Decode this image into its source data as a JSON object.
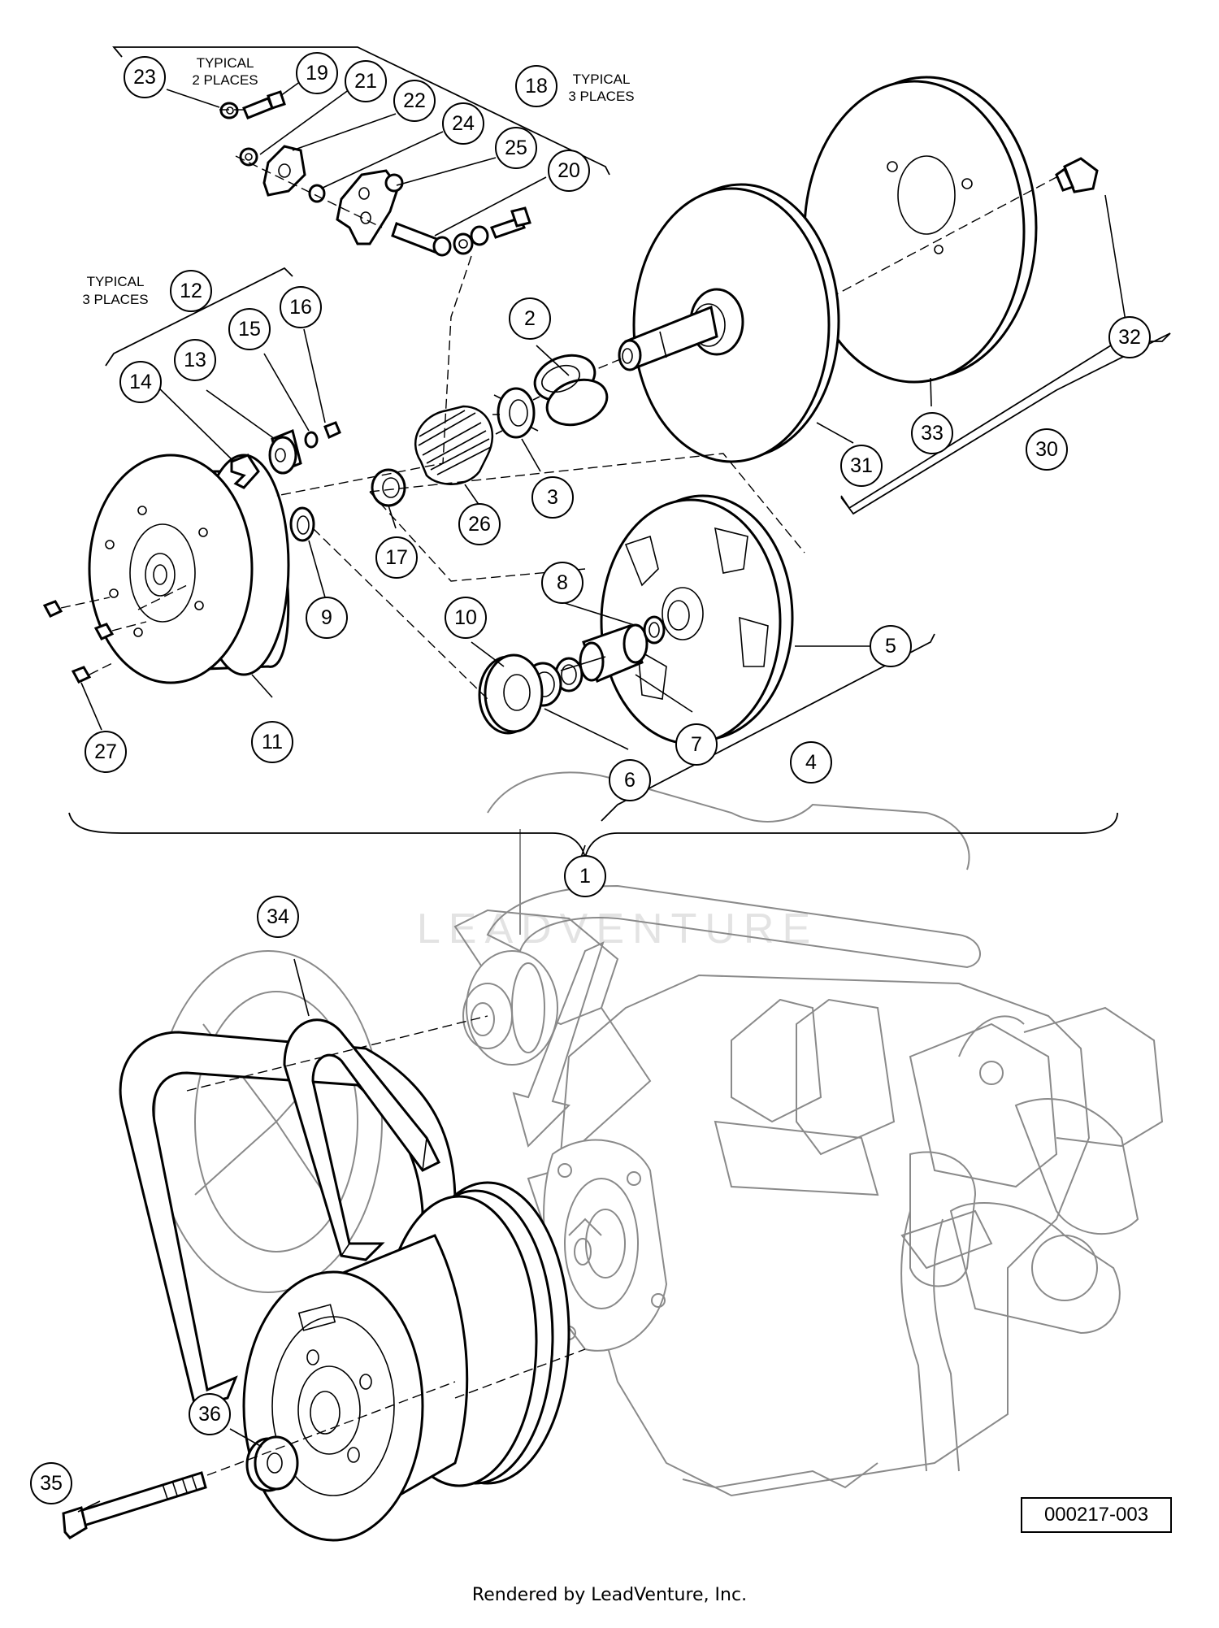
{
  "notes": {
    "typical_2_places": [
      "TYPICAL",
      "2 PLACES"
    ],
    "typical_3_places_upper": [
      "TYPICAL",
      "3 PLACES"
    ],
    "typical_3_places_lower": [
      "TYPICAL",
      "3 PLACES"
    ]
  },
  "callouts": [
    "1",
    "2",
    "3",
    "4",
    "5",
    "6",
    "7",
    "8",
    "9",
    "10",
    "11",
    "12",
    "13",
    "14",
    "15",
    "16",
    "17",
    "18",
    "19",
    "20",
    "21",
    "22",
    "23",
    "24",
    "25",
    "26",
    "27",
    "30",
    "31",
    "32",
    "33",
    "34",
    "35",
    "36"
  ],
  "watermark": "LEADVENTURE",
  "drawing_number": "000217-003",
  "footer": "Rendered by LeadVenture, Inc."
}
